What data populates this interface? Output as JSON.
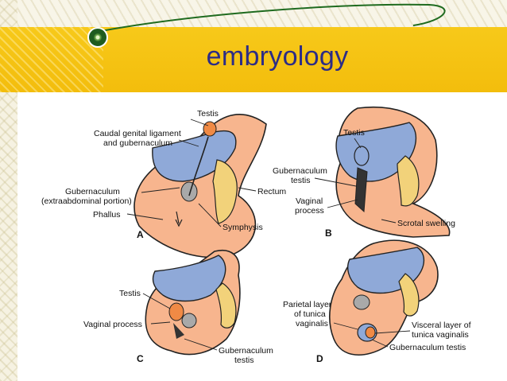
{
  "slide": {
    "title": "embryology"
  },
  "diagram": {
    "panels": [
      {
        "letter": "A",
        "labels": [
          "Testis",
          "Caudal genital ligament",
          "and gubernaculum",
          "Gubernaculum",
          "(extraabdominal portion)",
          "Phallus",
          "Rectum",
          "Symphysis"
        ]
      },
      {
        "letter": "B",
        "labels": [
          "Testis",
          "Gubernaculum",
          "testis",
          "Vaginal",
          "process",
          "Scrotal swelling"
        ]
      },
      {
        "letter": "C",
        "labels": [
          "Testis",
          "Vaginal process",
          "Gubernaculum",
          "testis"
        ]
      },
      {
        "letter": "D",
        "labels": [
          "Parietal layer",
          "of tunica",
          "vaginalis",
          "Visceral layer of",
          "tunica vaginalis",
          "Gubernaculum testis"
        ]
      }
    ]
  },
  "colors": {
    "band": "#f5c214",
    "title_text": "#2c2c86",
    "skin": "#f7b58e",
    "cavity": "#8fa9d8",
    "rectum": "#f2d27a",
    "bone": "#a9a9a9",
    "testis": "#f08a45"
  }
}
